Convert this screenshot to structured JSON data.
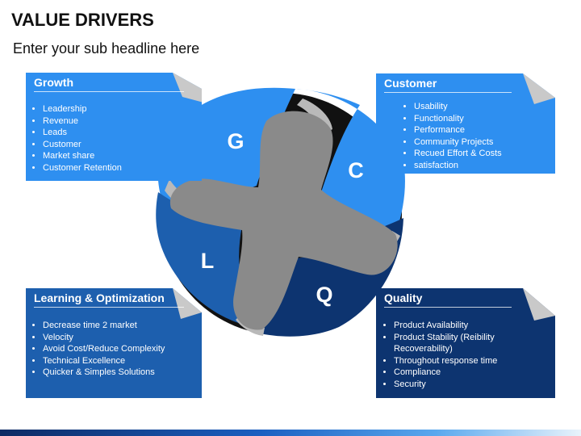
{
  "header": {
    "title": "VALUE DRIVERS",
    "subtitle": "Enter your sub headline here"
  },
  "letters": {
    "g": "G",
    "c": "C",
    "l": "L",
    "q": "Q"
  },
  "colors": {
    "growth": "#2e8ff0",
    "customer": "#2e8ff0",
    "learning": "#1d5fae",
    "quality": "#0d3470",
    "cross": "#8a8a8a",
    "fold": "#b9b9b9"
  },
  "boxes": {
    "growth": {
      "heading": "Growth",
      "items": [
        "Leadership",
        "Revenue",
        "Leads",
        "Customer",
        "Market share",
        "Customer Retention"
      ]
    },
    "customer": {
      "heading": "Customer",
      "items": [
        "Usability",
        "Functionality",
        "Performance",
        "Community Projects",
        "Recued Effort & Costs",
        "satisfaction"
      ]
    },
    "learning": {
      "heading": "Learning & Optimization",
      "items": [
        "Decrease time 2 market",
        "Velocity",
        "Avoid Cost/Reduce Complexity",
        "Technical Excellence",
        "Quicker & Simples Solutions"
      ]
    },
    "quality": {
      "heading": "Quality",
      "items": [
        "Product Availability",
        "Product Stability (Reibility Recoverability)",
        "Throughout response time",
        "Compliance",
        "Security"
      ]
    }
  }
}
